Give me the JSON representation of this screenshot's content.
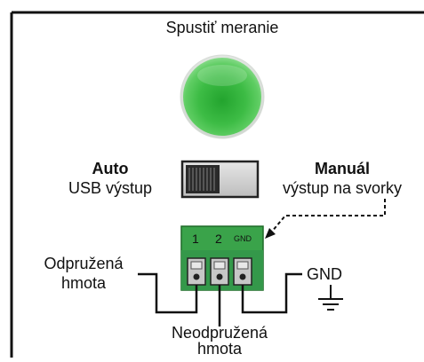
{
  "start": {
    "label": "Spustiť meranie",
    "button_color": "#2fb53a"
  },
  "switch": {
    "auto_title": "Auto",
    "auto_subtitle": "USB výstup",
    "manual_title": "Manuál",
    "manual_subtitle": "výstup na svorky"
  },
  "terminal": {
    "block_color": "#3aa34a",
    "pins": [
      "1",
      "2",
      "GND"
    ]
  },
  "wires": {
    "left_label_line1": "Odpružená",
    "left_label_line2": "hmota",
    "bottom_label_line1": "Neodpružená",
    "bottom_label_line2": "hmota",
    "gnd_label": "GND"
  }
}
